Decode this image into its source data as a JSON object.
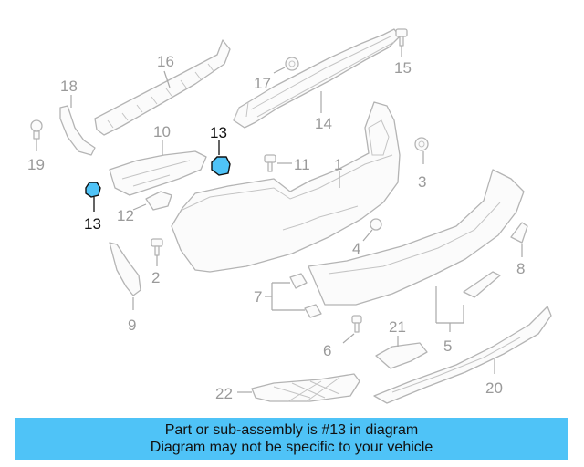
{
  "callouts": {
    "c1": "1",
    "c2": "2",
    "c3": "3",
    "c4": "4",
    "c5": "5",
    "c6": "6",
    "c7": "7",
    "c8": "8",
    "c9": "9",
    "c10": "10",
    "c11": "11",
    "c12": "12",
    "c13a": "13",
    "c13b": "13",
    "c14": "14",
    "c15": "15",
    "c16": "16",
    "c17": "17",
    "c18": "18",
    "c19": "19",
    "c20": "20",
    "c21": "21",
    "c22": "22"
  },
  "highlighted_part": "13",
  "colors": {
    "highlight": "#4fc3f7",
    "line_art": "#b4b4b4",
    "label": "#9a9a9a"
  },
  "banner": {
    "line1": "Part or sub-assembly is #13 in diagram",
    "line2": "Diagram may not be specific to your vehicle"
  }
}
